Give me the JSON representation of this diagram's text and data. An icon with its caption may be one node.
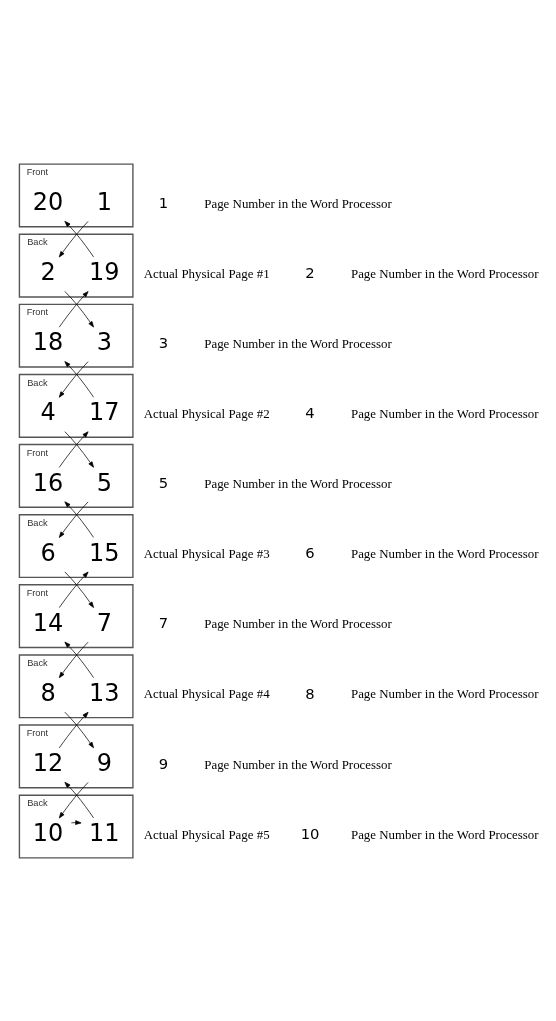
{
  "diagram": {
    "nodes": [
      {
        "text": [
          "Front"
        ]
      },
      {
        "text": [
          "20"
        ],
        "in": 0
      },
      {
        "text": [
          "1"
        ],
        "in": 0
      },
      {
        "text": [
          "Back"
        ]
      },
      {
        "text": [
          "2"
        ],
        "in": 3
      },
      {
        "text": [
          "19"
        ],
        "in": 3
      },
      {
        "text": [
          "Front"
        ]
      },
      {
        "text": [
          "18"
        ],
        "in": 6
      },
      {
        "text": [
          "3"
        ],
        "in": 6
      },
      {
        "text": [
          "Back"
        ]
      },
      {
        "text": [
          "4"
        ],
        "in": 9
      },
      {
        "text": [
          "17"
        ],
        "in": 9
      },
      {
        "text": [
          "Front"
        ]
      },
      {
        "text": [
          "16"
        ],
        "in": 12
      },
      {
        "text": [
          "5"
        ],
        "in": 12
      },
      {
        "text": [
          "Back"
        ]
      },
      {
        "text": [
          "6"
        ],
        "in": 15
      },
      {
        "text": [
          "15"
        ],
        "in": 15
      },
      {
        "text": [
          "Front"
        ]
      },
      {
        "text": [
          "14"
        ],
        "in": 18
      },
      {
        "text": [
          "7"
        ],
        "in": 18
      },
      {
        "text": [
          "Back"
        ]
      },
      {
        "text": [
          "8"
        ],
        "in": 21
      },
      {
        "text": [
          "13"
        ],
        "in": 21
      },
      {
        "text": [
          "Front"
        ]
      },
      {
        "text": [
          "12"
        ],
        "in": 24
      },
      {
        "text": [
          "9"
        ],
        "in": 24
      },
      {
        "text": [
          "Back"
        ]
      },
      {
        "text": [
          "10"
        ],
        "in": 27
      },
      {
        "text": [
          "11"
        ],
        "in": 27
      }
    ],
    "edges": [
      {
        "from": 2,
        "to": 4,
        "arrow": "to"
      },
      {
        "from": 4,
        "to": 8,
        "arrow": "to"
      },
      {
        "from": 8,
        "to": 10,
        "arrow": "to"
      },
      {
        "from": 10,
        "to": 14,
        "arrow": "to"
      },
      {
        "from": 14,
        "to": 16,
        "arrow": "to"
      },
      {
        "from": 16,
        "to": 20,
        "arrow": "to"
      },
      {
        "from": 20,
        "to": 22,
        "arrow": "to"
      },
      {
        "from": 22,
        "to": 26,
        "arrow": "to"
      },
      {
        "from": 26,
        "to": 28,
        "arrow": "to"
      },
      {
        "from": 28,
        "to": 29,
        "arrow": "to"
      },
      {
        "from": 29,
        "to": 25,
        "arrow": "to"
      },
      {
        "from": 25,
        "to": 23,
        "arrow": "to"
      },
      {
        "from": 23,
        "to": 19,
        "arrow": "to"
      },
      {
        "from": 19,
        "to": 17,
        "arrow": "to"
      },
      {
        "from": 17,
        "to": 13,
        "arrow": "to"
      },
      {
        "from": 13,
        "to": 11,
        "arrow": "to"
      },
      {
        "from": 11,
        "to": 7,
        "arrow": "to"
      },
      {
        "from": 7,
        "to": 5,
        "arrow": "to"
      },
      {
        "from": 5,
        "to": 1,
        "arrow": "to"
      }
    ],
    "labels": [
      "Actual Physical Page #1",
      "1",
      "Page Number in the Word Processor",
      "2",
      "Page Number in the Word Processor",
      "Actual Physical Page #2",
      "3",
      "Page Number in the Word Processor",
      "4",
      "Page Number in the Word Processor",
      "Actual Physical Page #3",
      "5",
      "Page Number in the Word Processor",
      "6",
      "Page Number in the Word Processor",
      "Actual Physical Page #4",
      "7",
      "Page Number in the Word Processor",
      "8",
      "Page Number in the Word Processor",
      "Actual Physical Page #5",
      "9",
      "Page Number in the Word Processor",
      "10",
      "Page Number in the Word Processor"
    ]
  }
}
